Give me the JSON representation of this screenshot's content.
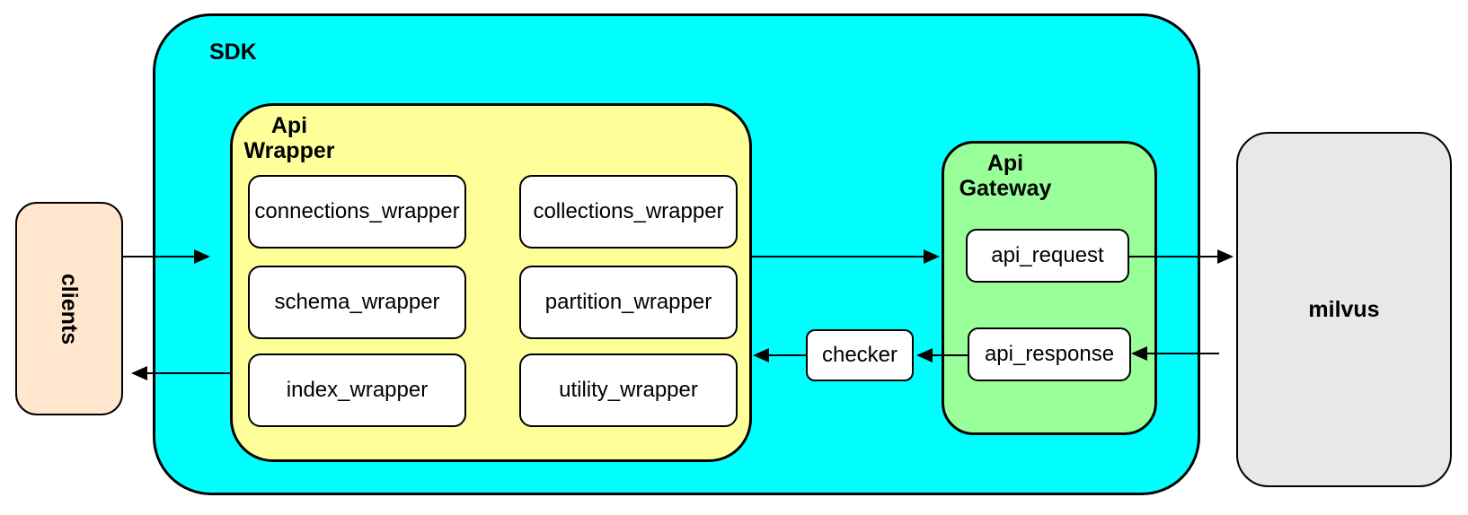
{
  "nodes": {
    "clients": "clients",
    "sdk": "SDK",
    "api_wrapper": {
      "line1": "Api",
      "line2": "Wrapper"
    },
    "modules": [
      "connections_wrapper",
      "collections_wrapper",
      "schema_wrapper",
      "partition_wrapper",
      "index_wrapper",
      "utility_wrapper"
    ],
    "api_gateway": {
      "line1": "Api",
      "line2": "Gateway"
    },
    "api_request": "api_request",
    "api_response": "api_response",
    "checker": "checker",
    "milvus": "milvus"
  },
  "colors": {
    "background": "#FFFFFF",
    "border": "#000000",
    "sdk_fill": "#00FFFF",
    "api_wrapper_fill": "#FFFF99",
    "api_gateway_fill": "#99FF99",
    "clients_fill": "#FFE6CC",
    "milvus_fill": "#E8E8E8",
    "node_fill": "#FFFFFF"
  }
}
